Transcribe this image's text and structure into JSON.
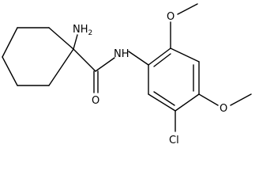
{
  "structure": {
    "atom_labels": {
      "amine": "NH",
      "amine_subscript": "2",
      "amide_nitrogen": "NH",
      "carbonyl_oxygen": "O",
      "methoxy_oxygen_top": "O",
      "methoxy_oxygen_right": "O",
      "chlorine": "Cl"
    }
  },
  "colors": {
    "bond": "#000000",
    "label": "#000000",
    "background": "#ffffff"
  }
}
